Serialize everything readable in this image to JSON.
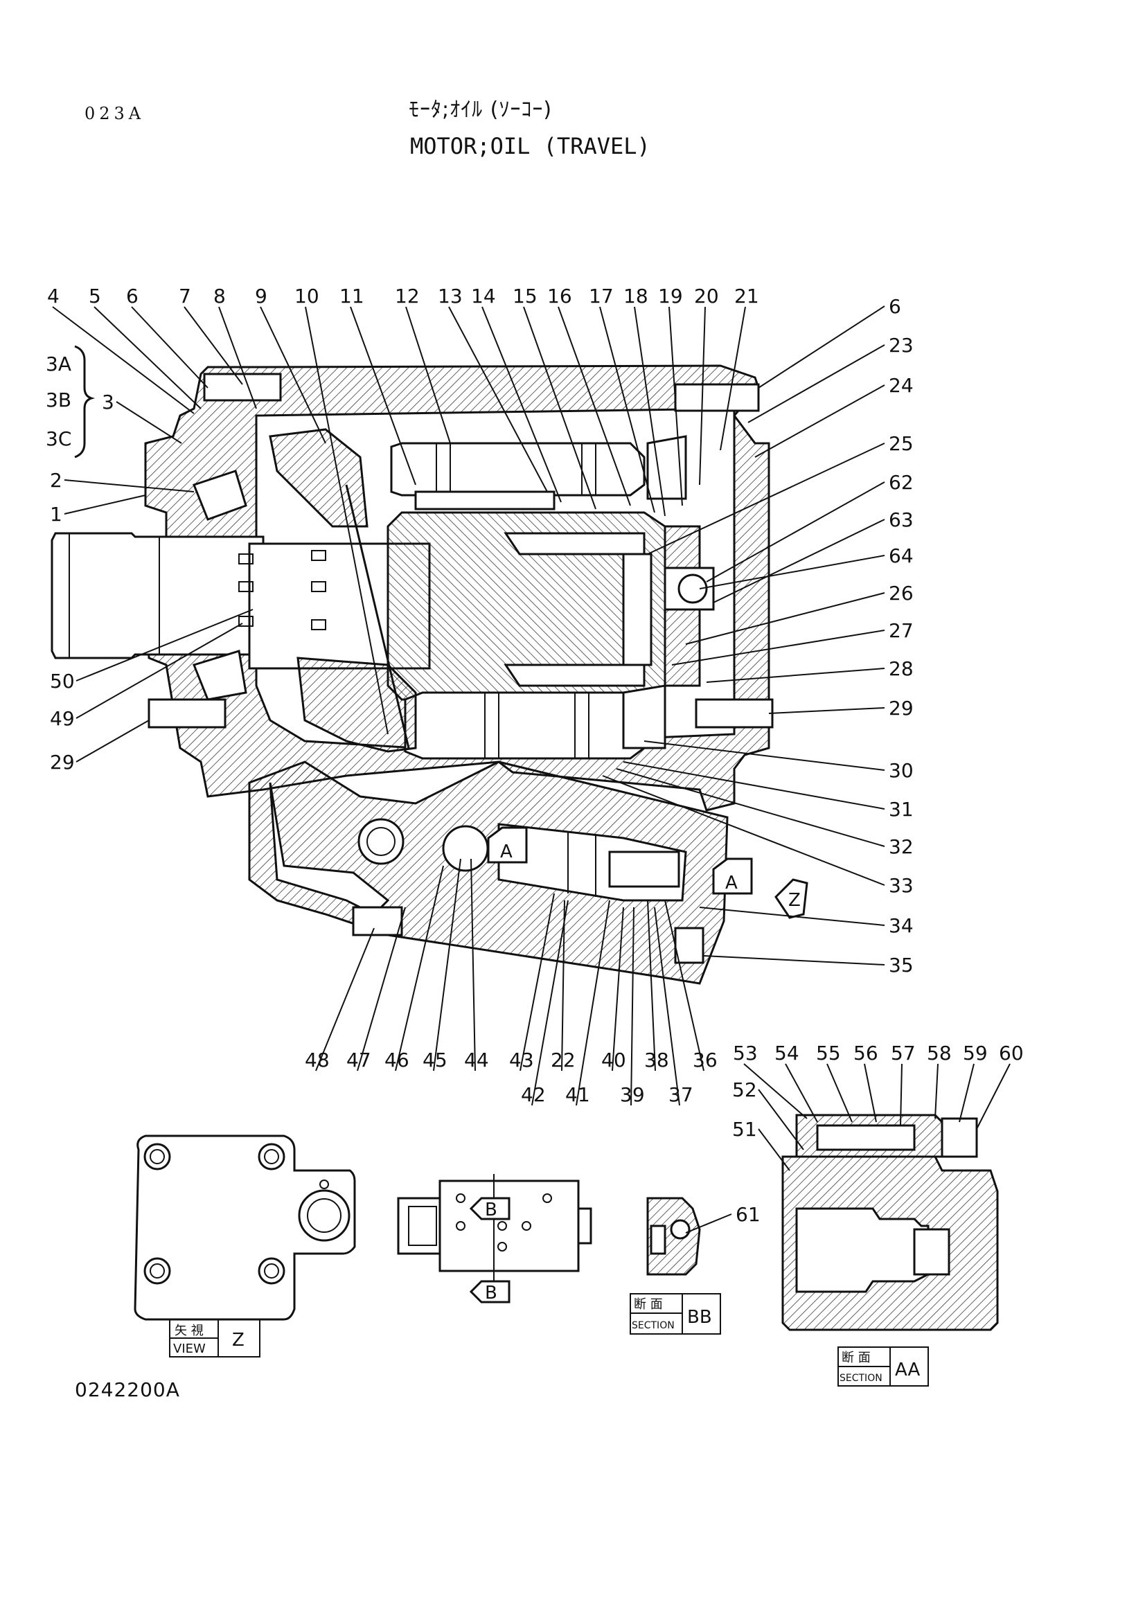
{
  "header": {
    "page_code": "023A",
    "title_jp": "ﾓｰﾀ;ｵｲﾙ (ｿｰｺｰ)",
    "title_en": "MOTOR;OIL (TRAVEL)"
  },
  "callouts": {
    "group_3": [
      "3A",
      "3B",
      "3C"
    ],
    "group_3_parent": "3",
    "top_row": [
      "4",
      "5",
      "6",
      "7",
      "8",
      "9",
      "10",
      "11",
      "12",
      "13",
      "14",
      "15",
      "16",
      "17",
      "18",
      "19",
      "20",
      "21"
    ],
    "right_column": [
      "6",
      "23",
      "24",
      "25",
      "62",
      "63",
      "64",
      "26",
      "27",
      "28",
      "29",
      "30",
      "31",
      "32",
      "33",
      "34",
      "35"
    ],
    "left_column": [
      "2",
      "1",
      "50",
      "49",
      "29"
    ],
    "bottom_row_upper": [
      "48",
      "47",
      "46",
      "45",
      "44",
      "43",
      "22",
      "40",
      "38",
      "36"
    ],
    "bottom_row_lower": [
      "42",
      "41",
      "39",
      "37"
    ],
    "section_aa": [
      "53",
      "54",
      "55",
      "56",
      "57",
      "58",
      "59",
      "60",
      "52",
      "51"
    ],
    "section_bb": [
      "61"
    ]
  },
  "view_tags": {
    "arrow_a": "A",
    "arrow_z": "Z",
    "arrow_b": "B"
  },
  "captions": {
    "view_z": {
      "jp": "矢 視",
      "en": "VIEW",
      "letter": "Z"
    },
    "section_bb": {
      "jp": "断 面",
      "en": "SECTION",
      "letter": "BB"
    },
    "section_aa": {
      "jp": "断 面",
      "en": "SECTION",
      "letter": "AA"
    }
  },
  "footer": {
    "drawing_number": "0242200A"
  }
}
